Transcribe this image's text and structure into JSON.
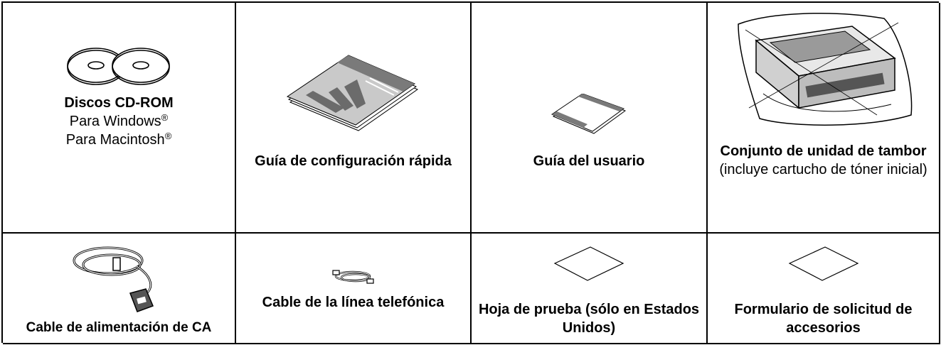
{
  "items": [
    {
      "title": "Discos CD-ROM",
      "lines": [
        "Para Windows",
        "Para Macintosh"
      ],
      "mark": "®"
    },
    {
      "title": "Guía de configuración rápida"
    },
    {
      "title": "Guía del usuario"
    },
    {
      "title": "Conjunto de unidad de tambor",
      "subtitle": "(incluye cartucho de tóner inicial)"
    },
    {
      "title": "Cable de alimentación de CA"
    },
    {
      "title": "Cable de la línea telefónica"
    },
    {
      "title": "Hoja de prueba (sólo en Estados Unidos)"
    },
    {
      "title": "Formulario de solicitud de accesorios"
    }
  ]
}
